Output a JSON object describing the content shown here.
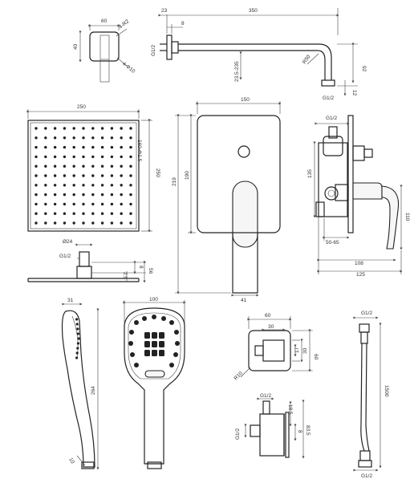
{
  "dims": {
    "arm_60": "60",
    "arm_4r2": "4-R2",
    "arm_40": "40",
    "arm_4phi10": "4-Φ10",
    "arm_23": "23",
    "arm_8": "8",
    "arm_350": "350",
    "arm_g12_left": "G1/2",
    "arm_range": "23.5-235",
    "arm_r50": "R50",
    "arm_92": "92",
    "arm_12": "12",
    "arm_g12_bottom": "G1/2",
    "head_250_top": "250",
    "head_250_right": "250",
    "head_dots": "160-Φ1.5",
    "head_phi24": "Ø24",
    "head_g12": "G1/2",
    "head_8": "8",
    "head_56": "56",
    "head_25": "2.5",
    "plate_150": "150",
    "plate_219": "219",
    "plate_190": "190",
    "plate_41": "41",
    "side_g12": "G1/2",
    "side_135": "135",
    "side_110": "110",
    "side_5065": "50-65",
    "side_108": "108",
    "side_125": "125",
    "hand_31": "31",
    "hand_264": "264",
    "hand_10": "10",
    "hand_100": "100",
    "wc_60": "60",
    "wc_30": "30",
    "wc_17": "17",
    "wc_60v": "60",
    "wc_r10": "R10",
    "wc_g12_top": "G1/2",
    "wc_185": "18.5",
    "wc_8": "8",
    "wc_83": "83.5",
    "wc_g12_left": "G1/2",
    "hose_g12_top": "G1/2",
    "hose_1500": "1500",
    "hose_g12_bottom": "G1/2"
  }
}
